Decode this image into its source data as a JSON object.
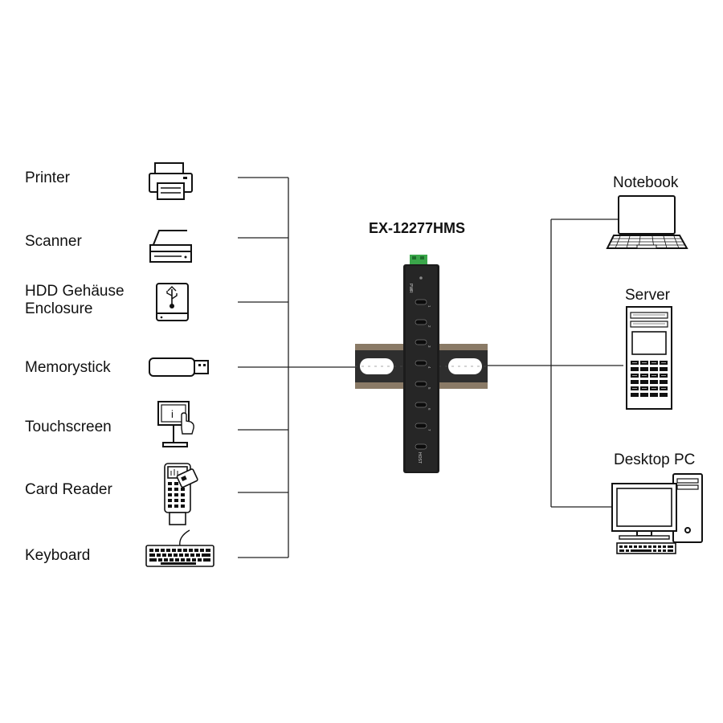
{
  "device": {
    "model": "EX-12277HMS",
    "pwr_label": "PWR",
    "port_labels": [
      "1",
      "2",
      "3",
      "4",
      "5",
      "6",
      "7"
    ],
    "host_label": "HOST"
  },
  "left_devices": [
    {
      "label": "Printer",
      "icon": "printer-icon"
    },
    {
      "label": "Scanner",
      "icon": "scanner-icon"
    },
    {
      "label": "HDD Gehäuse",
      "label2": "Enclosure",
      "icon": "hdd-enclosure-icon"
    },
    {
      "label": "Memorystick",
      "icon": "usb-stick-icon"
    },
    {
      "label": "Touchscreen",
      "icon": "touchscreen-kiosk-icon"
    },
    {
      "label": "Card Reader",
      "icon": "card-reader-icon"
    },
    {
      "label": "Keyboard",
      "icon": "keyboard-icon"
    }
  ],
  "right_devices": [
    {
      "label": "Notebook",
      "icon": "laptop-icon"
    },
    {
      "label": "Server",
      "icon": "server-icon"
    },
    {
      "label": "Desktop PC",
      "icon": "desktop-pc-icon"
    }
  ],
  "colors": {
    "line": "#222222",
    "device_body": "#1c1c1c",
    "terminal_block": "#3aa64a",
    "rail": "#3a3a3a"
  }
}
